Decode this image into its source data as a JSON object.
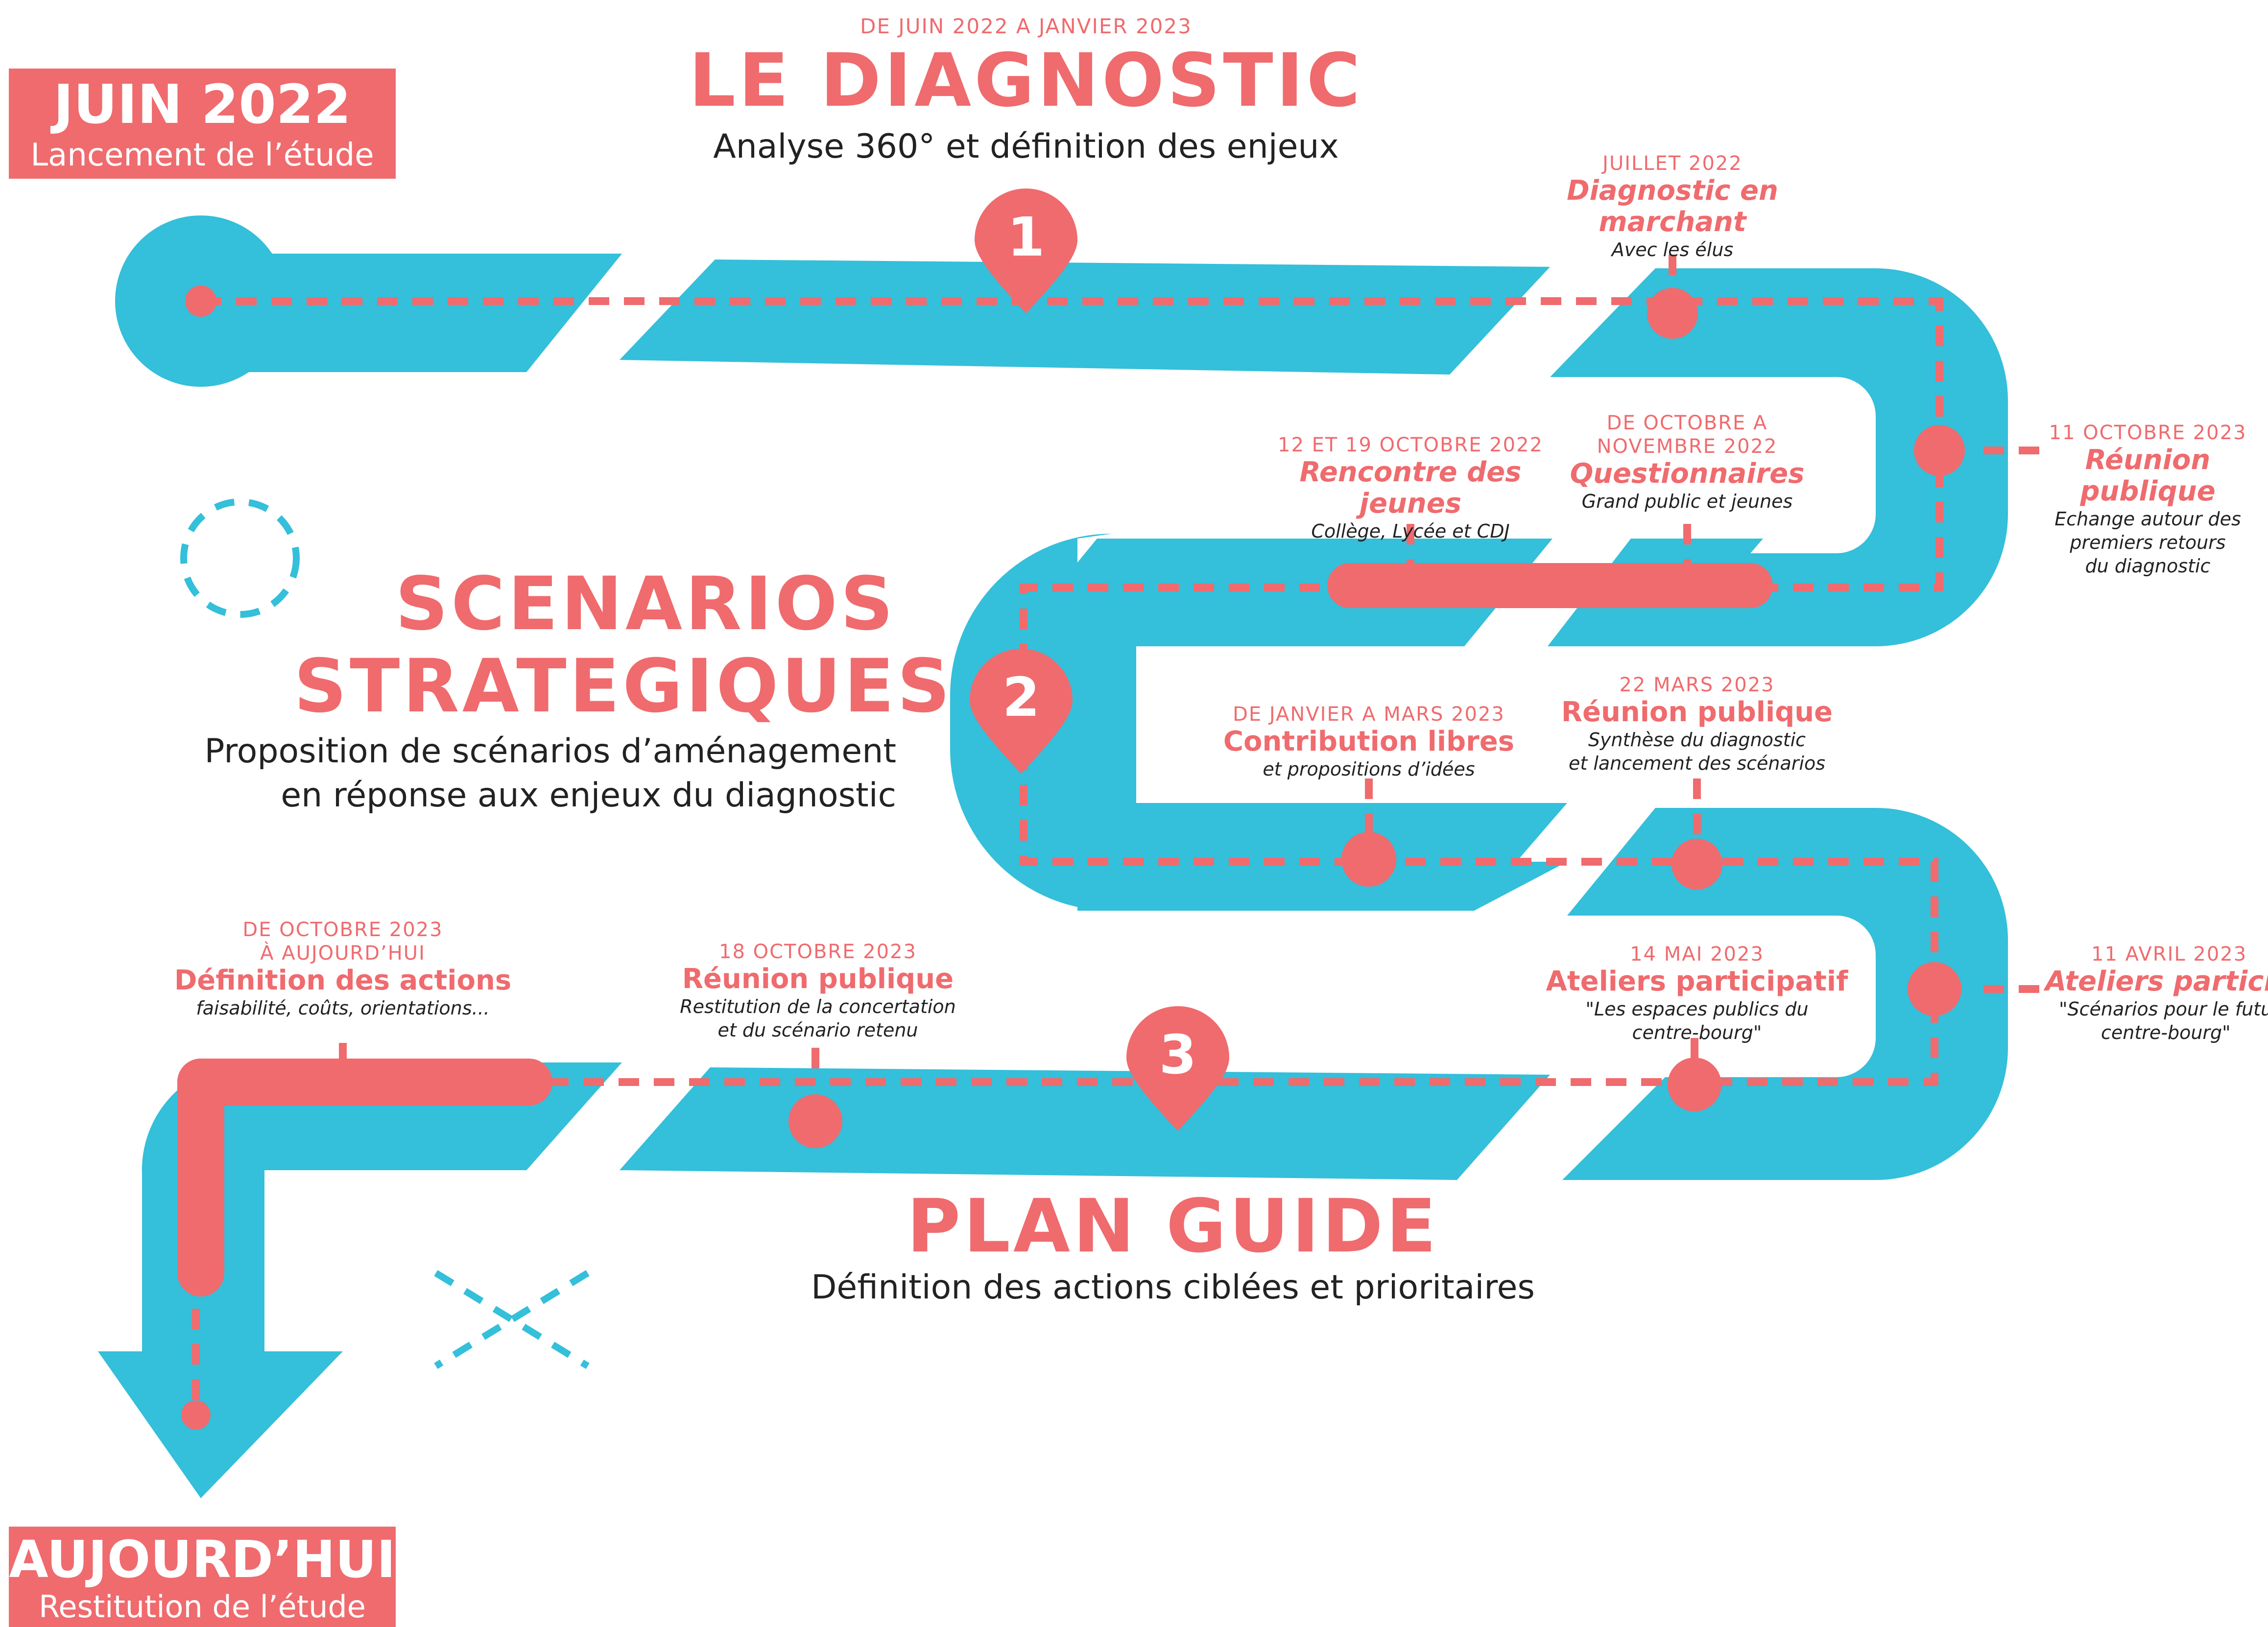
{
  "colors": {
    "accent": "#ef6b6e",
    "road": "#34bfda",
    "text": "#222222"
  },
  "start": {
    "title": "JUIN 2022",
    "subtitle": "Lancement de l’étude"
  },
  "end": {
    "title": "AUJOURD’HUI",
    "subtitle": "Restitution de l’étude"
  },
  "phases": [
    {
      "number": "1",
      "dates": "DE JUIN 2022 A JANVIER 2023",
      "title": "LE DIAGNOSTIC",
      "subtitle": "Analyse 360° et définition des enjeux"
    },
    {
      "number": "2",
      "title_line1": "SCENARIOS",
      "title_line2": "STRATEGIQUES",
      "subtitle_line1": "Proposition de scénarios d’aménagement",
      "subtitle_line2": "en réponse aux enjeux du diagnostic"
    },
    {
      "number": "3",
      "title": "PLAN GUIDE",
      "subtitle": "Définition des actions ciblées et prioritaires"
    }
  ],
  "events": [
    {
      "id": "diag-marchant",
      "date": "JUILLET 2022",
      "title": "Diagnostic en marchant",
      "desc": [
        "Avec les élus"
      ]
    },
    {
      "id": "reunion-oct-2022",
      "date": "11 OCTOBRE 2023",
      "title": "Réunion publique",
      "desc": [
        "Echange autour des",
        "premiers retours",
        "du diagnostic"
      ]
    },
    {
      "id": "jeunes",
      "date": "12 ET 19 OCTOBRE 2022",
      "title": "Rencontre des jeunes",
      "desc": [
        "Collège, Lycée et CDJ"
      ]
    },
    {
      "id": "questionnaires",
      "date_lines": [
        "DE OCTOBRE A",
        "NOVEMBRE 2022"
      ],
      "title": "Questionnaires",
      "desc": [
        "Grand public et jeunes"
      ]
    },
    {
      "id": "contribution",
      "date": "DE JANVIER A MARS 2023",
      "title": "Contribution libres",
      "desc": [
        "et propositions d’idées"
      ]
    },
    {
      "id": "reunion-mars",
      "date": "22 MARS 2023",
      "title": "Réunion publique",
      "desc": [
        "Synthèse du diagnostic",
        "et lancement des scénarios"
      ]
    },
    {
      "id": "ateliers-avril",
      "date": "11 AVRIL 2023",
      "title": "Ateliers participati",
      "desc": [
        "\"Scénarios pour le futur",
        "centre-bourg\""
      ]
    },
    {
      "id": "ateliers-mai",
      "date": "14 MAI 2023",
      "title": "Ateliers participatif",
      "desc": [
        "\"Les espaces publics du",
        "centre-bourg\""
      ]
    },
    {
      "id": "reunion-oct-2023",
      "date": "18 OCTOBRE 2023",
      "title": "Réunion publique",
      "desc": [
        "Restitution de la concertation",
        "et du scénario retenu"
      ]
    },
    {
      "id": "actions",
      "date_lines": [
        "DE OCTOBRE 2023",
        "À AUJOURD’HUI"
      ],
      "title": "Définition des actions",
      "desc": [
        "faisabilité, coûts, orientations..."
      ]
    }
  ]
}
